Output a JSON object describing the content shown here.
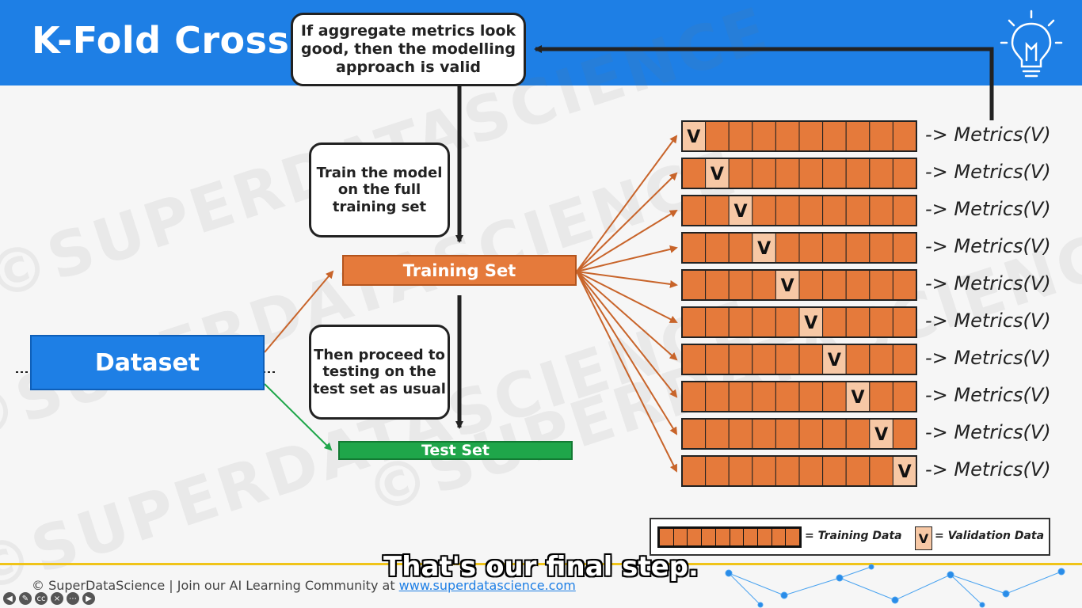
{
  "header": {
    "title": "K-Fold Cross",
    "bulb_icon": "lightbulb-icon"
  },
  "watermark": {
    "text": "©SUPERDATASCIENCE"
  },
  "callouts": {
    "aggregate": "If aggregate metrics look good, then the modelling approach is valid",
    "train": "Train the model on the full training set",
    "test": "Then proceed to testing on the test set as usual"
  },
  "boxes": {
    "dataset": "Dataset",
    "training_set": "Training Set",
    "test_set": "Test Set"
  },
  "folds": {
    "count": 10,
    "segments": 10,
    "validation_marker": "V",
    "metric_label": "-> Metrics(V)"
  },
  "legend": {
    "training": "= Training Data",
    "validation_marker": "V",
    "validation": "= Validation Data"
  },
  "footer": {
    "prefix": "© SuperDataScience |  Join our AI Learning Community at ",
    "link": "www.superdatascience.com"
  },
  "subtitle": "That's our final step.",
  "colors": {
    "header": "#1e7fe5",
    "training": "#e57a3b",
    "validation": "#f7c8a5",
    "test": "#1fa64a",
    "arrow_train": "#c8642a",
    "arrow_test": "#1fa64a"
  }
}
